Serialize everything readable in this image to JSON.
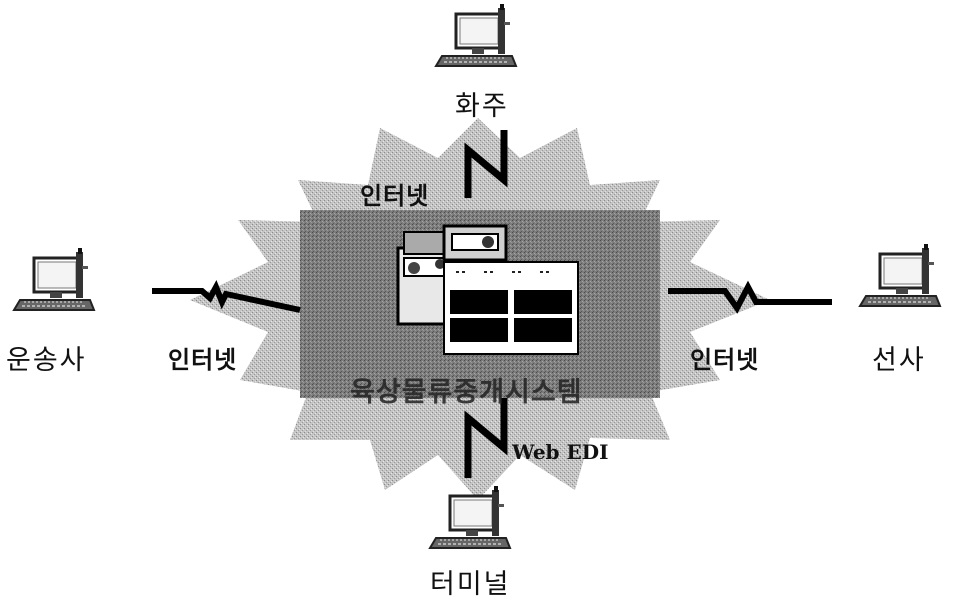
{
  "nodes": {
    "top": "화주",
    "left": "운송사",
    "right": "선사",
    "bottom": "터미널"
  },
  "links": {
    "top": "인터넷",
    "left": "인터넷",
    "right": "인터넷",
    "bottom": "Web EDI"
  },
  "center": {
    "label": "육상물류중개시스템"
  },
  "colors": {
    "starburst": "#bdbdbd",
    "center_box": "#7a7a7a",
    "ink": "#111111"
  },
  "icons": [
    "computer-terminal-icon",
    "server-icon",
    "window-grid-icon",
    "lightning-link-icon"
  ]
}
